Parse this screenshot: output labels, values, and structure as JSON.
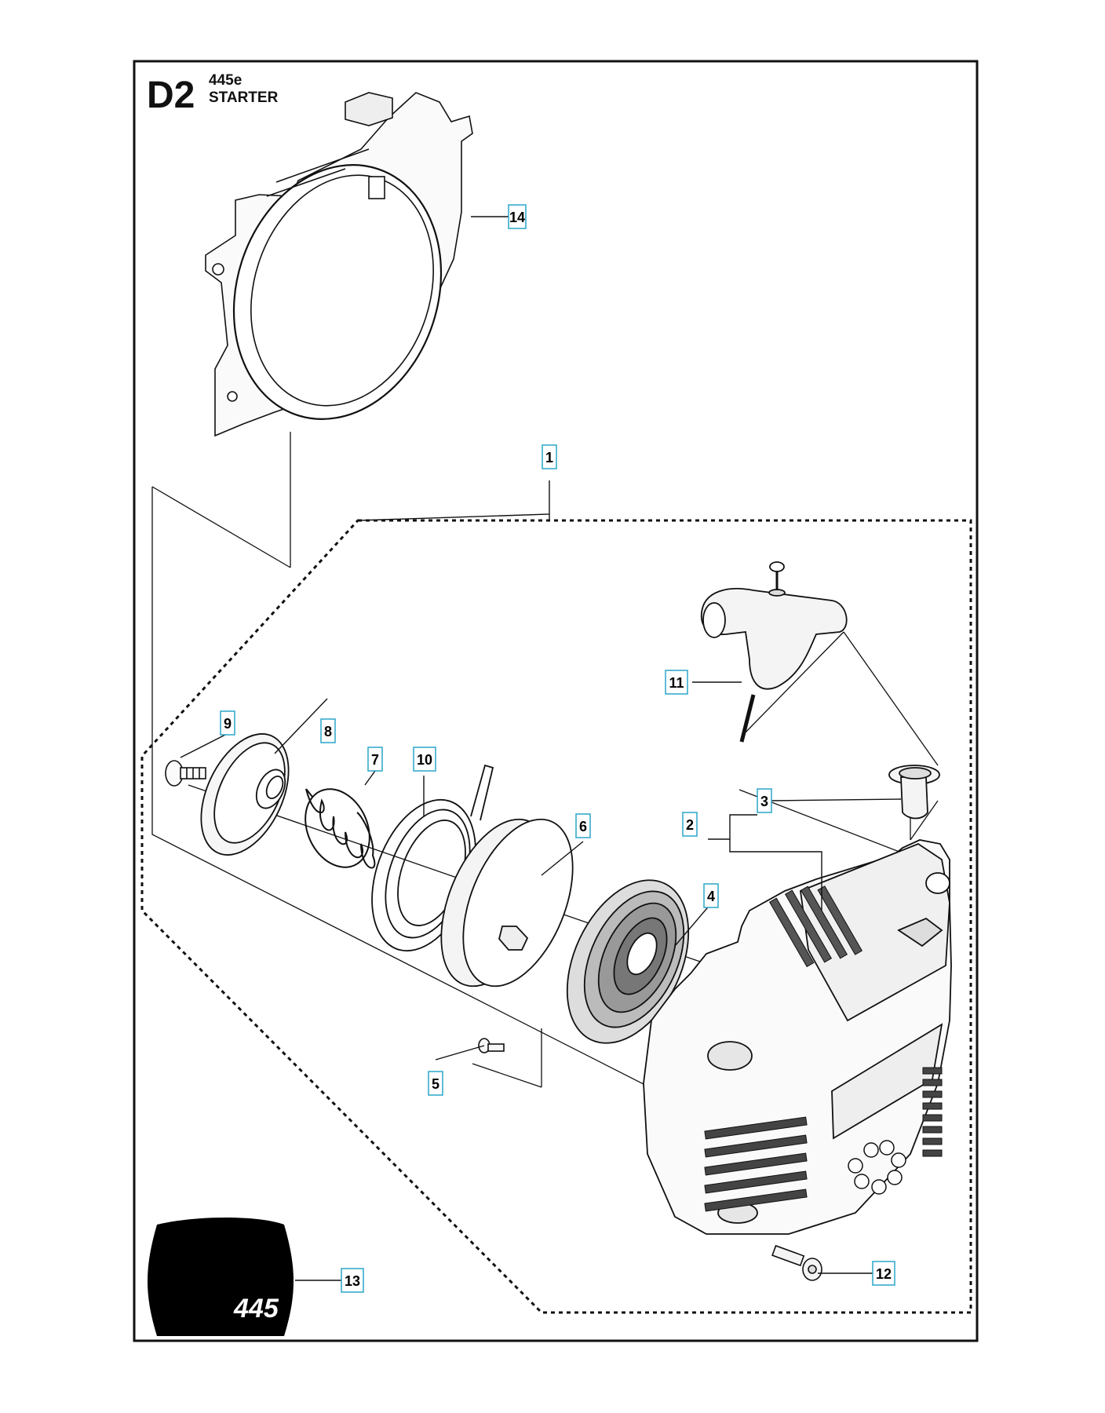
{
  "header": {
    "code": "D2",
    "model": "445e",
    "title": "STARTER"
  },
  "callouts": [
    {
      "id": "c1",
      "label": "1"
    },
    {
      "id": "c2",
      "label": "2"
    },
    {
      "id": "c3",
      "label": "3"
    },
    {
      "id": "c4",
      "label": "4"
    },
    {
      "id": "c5",
      "label": "5"
    },
    {
      "id": "c6",
      "label": "6"
    },
    {
      "id": "c7",
      "label": "7"
    },
    {
      "id": "c8",
      "label": "8"
    },
    {
      "id": "c9",
      "label": "9"
    },
    {
      "id": "c10",
      "label": "10"
    },
    {
      "id": "c11",
      "label": "11"
    },
    {
      "id": "c12",
      "label": "12"
    },
    {
      "id": "c13",
      "label": "13"
    },
    {
      "id": "c14",
      "label": "14"
    }
  ],
  "decal": {
    "model_number": "445"
  },
  "colors": {
    "callout_border": "#2aa6c8",
    "line": "#111111",
    "decal": "#000000"
  }
}
